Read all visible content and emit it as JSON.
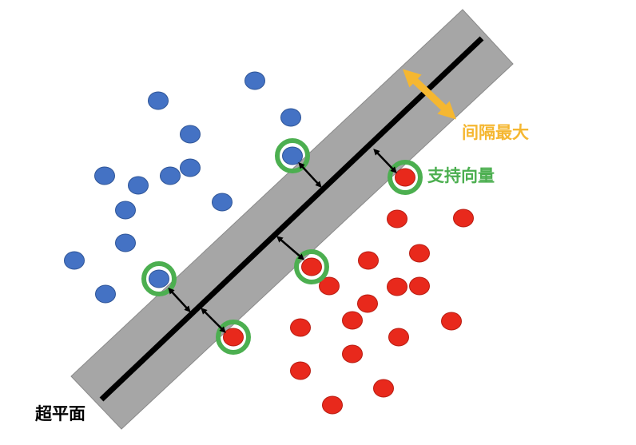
{
  "labels": {
    "max_margin": "间隔最大",
    "support_vectors": "支持向量",
    "hyperplane": "超平面"
  },
  "colors": {
    "class_a": "#4472C4",
    "class_b": "#E8291C",
    "margin_band": "#A6A6A6",
    "hyperplane": "#000000",
    "support_ring": "#4CAF50",
    "margin_arrow": "#F5B731",
    "label_margin": "#F5B731",
    "label_sv": "#4CAF50",
    "label_hp": "#000000"
  },
  "icons": {
    "distance_arrow": "double-headed-arrow-icon",
    "margin_arrow": "double-headed-arrow-icon"
  }
}
